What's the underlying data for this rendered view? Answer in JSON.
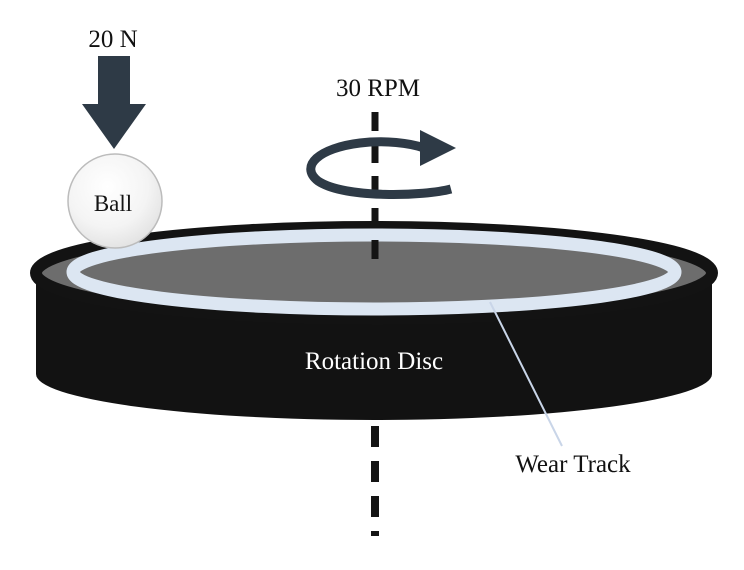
{
  "diagram": {
    "labels": {
      "load": "20 N",
      "ball": "Ball",
      "speed": "30 RPM",
      "disc": "Rotation Disc",
      "wear_track": "Wear Track"
    },
    "colors": {
      "arrow": "#2e3a46",
      "axis": "#141414",
      "disc_side": "#121212",
      "disc_top": "#6d6d6d",
      "disc_rim": "#131313",
      "wear_track": "#dce6f2",
      "ball_edge": "#bcbcbc",
      "leader_line": "#c9d5e8",
      "text": "#111111",
      "disc_label_text": "#ffffff",
      "background": "#ffffff"
    }
  }
}
